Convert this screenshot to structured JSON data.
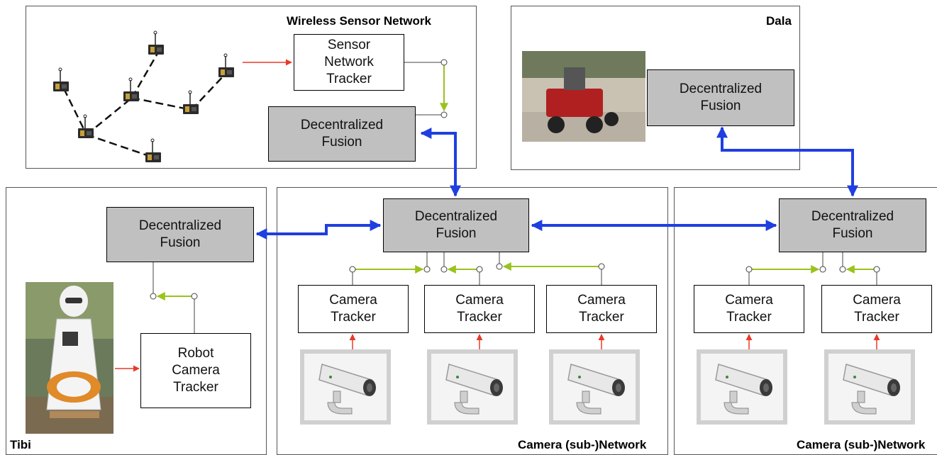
{
  "panels": {
    "wsn": "Wireless Sensor Network",
    "dala": "Dala",
    "tibi": "Tibi",
    "camnet1": "Camera (sub-)Network",
    "camnet2": "Camera (sub-)Network"
  },
  "boxes": {
    "sensor_tracker": "Sensor\nNetwork\nTracker",
    "fusion_wsn": "Decentralized\nFusion",
    "fusion_dala": "Decentralized\nFusion",
    "fusion_tibi": "Decentralized\nFusion",
    "fusion_cam1": "Decentralized\nFusion",
    "fusion_cam2": "Decentralized\nFusion",
    "robot_camera_tracker": "Robot\nCamera\nTracker",
    "cam_tracker_1": "Camera\nTracker",
    "cam_tracker_2": "Camera\nTracker",
    "cam_tracker_3": "Camera\nTracker",
    "cam_tracker_4": "Camera\nTracker",
    "cam_tracker_5": "Camera\nTracker"
  },
  "colors": {
    "fusion_fill": "#c0c0c0",
    "link_blue": "#1f3fe0",
    "link_green": "#9ac31c",
    "link_red": "#e83a2a"
  },
  "icons": {
    "sensor_node": "sensor-node-icon",
    "camera": "security-camera-icon",
    "robot_tibi": "humanoid-robot-photo",
    "robot_dala": "rover-robot-photo"
  }
}
